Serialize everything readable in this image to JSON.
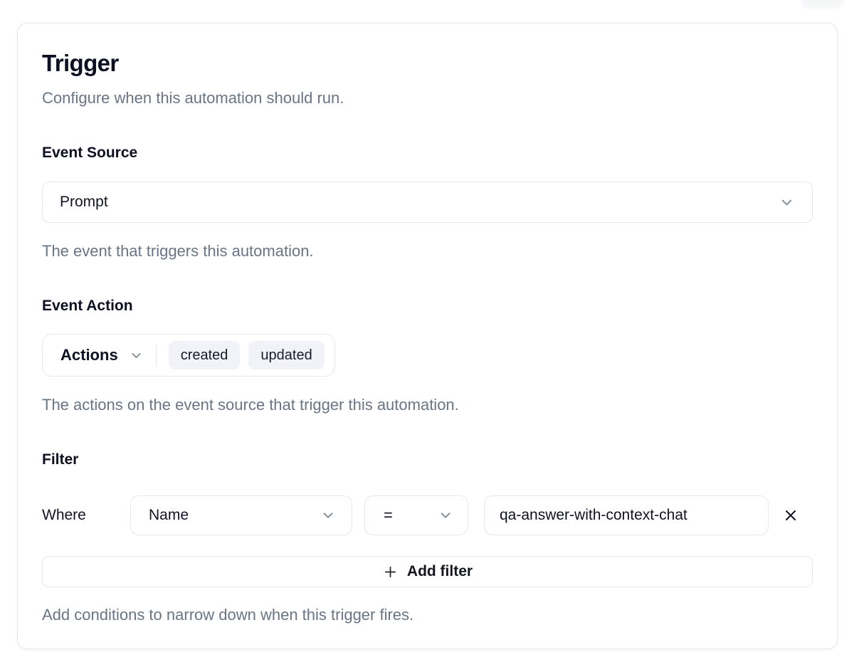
{
  "page": {
    "title": "Trigger",
    "subtitle": "Configure when this automation should run."
  },
  "event_source": {
    "label": "Event Source",
    "selected": "Prompt",
    "help": "The event that triggers this automation."
  },
  "event_action": {
    "label": "Event Action",
    "dropdown_label": "Actions",
    "selected_actions": [
      "created",
      "updated"
    ],
    "help": "The actions on the event source that trigger this automation."
  },
  "filter": {
    "label": "Filter",
    "where_label": "Where",
    "field": "Name",
    "operator": "=",
    "value": "qa-answer-with-context-chat",
    "add_button_label": "Add filter",
    "help": "Add conditions to narrow down when this trigger fires."
  },
  "icons": {
    "chevron_down": "⌄",
    "plus": "+",
    "close": "✕"
  },
  "colors": {
    "text": "#0d1021",
    "muted_text": "#697586",
    "border": "#e4e7ec",
    "tag_background": "#f1f3f9",
    "background": "#ffffff"
  }
}
